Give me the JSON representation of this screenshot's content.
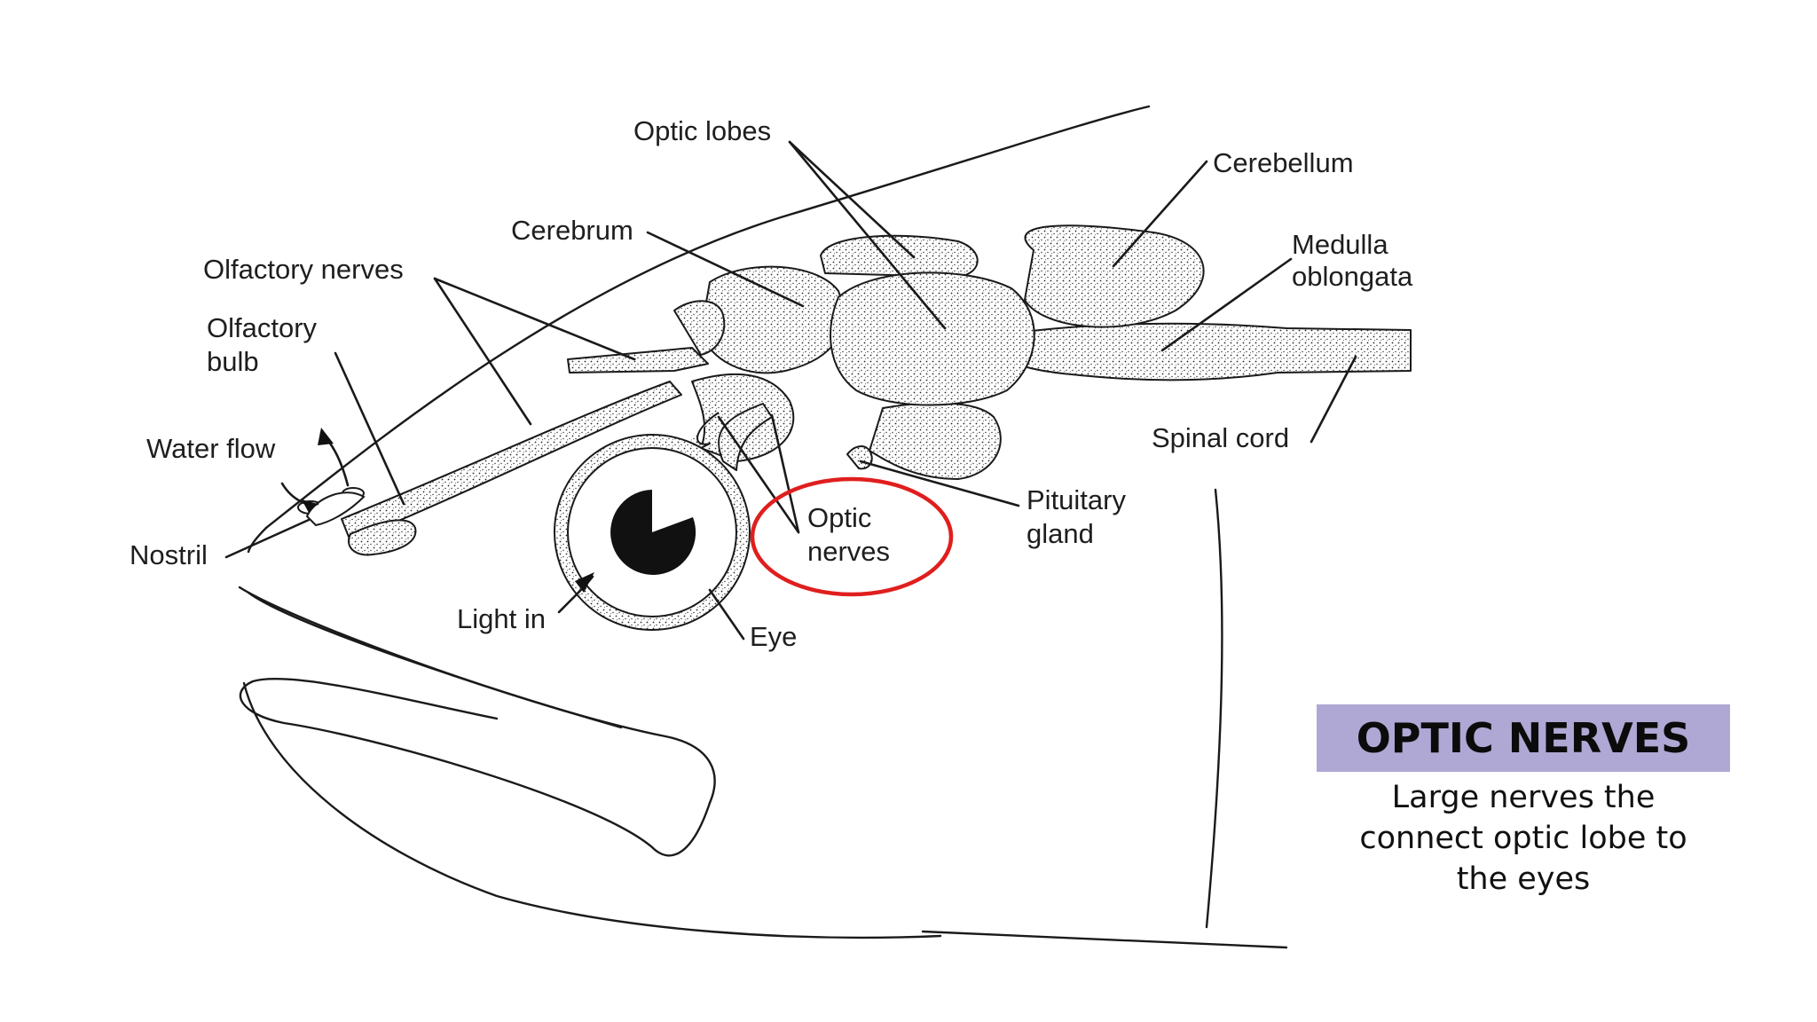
{
  "labels": {
    "optic_lobes": "Optic lobes",
    "cerebellum": "Cerebellum",
    "cerebrum": "Cerebrum",
    "medulla_line1": "Medulla",
    "medulla_line2": "oblongata",
    "olfactory_nerves": "Olfactory nerves",
    "olfactory_bulb_line1": "Olfactory",
    "olfactory_bulb_line2": "bulb",
    "water_flow": "Water flow",
    "spinal_cord": "Spinal cord",
    "optic_nerves_line1": "Optic",
    "optic_nerves_line2": "nerves",
    "pituitary_line1": "Pituitary",
    "pituitary_line2": "gland",
    "nostril": "Nostril",
    "light_in": "Light in",
    "eye": "Eye"
  },
  "highlight": {
    "target": "optic_nerves",
    "color": "#e01e1e"
  },
  "info": {
    "title": "OPTIC NERVES",
    "description": "Large nerves the\nconnect optic lobe to\nthe eyes",
    "title_bg": "#afa8d4"
  }
}
